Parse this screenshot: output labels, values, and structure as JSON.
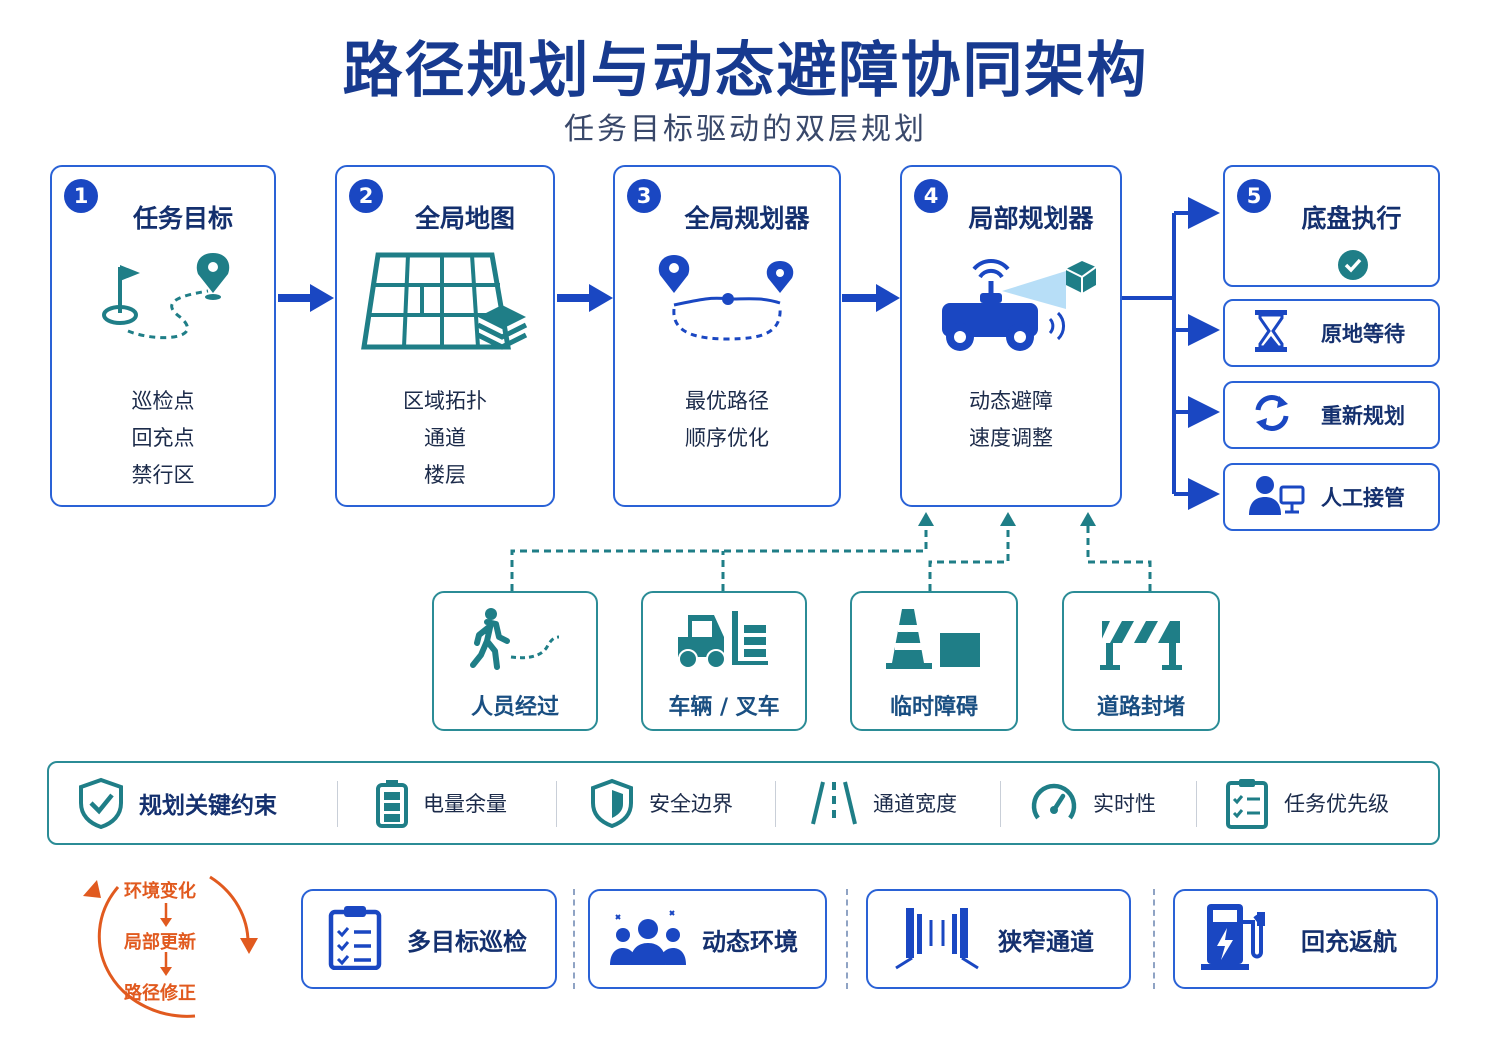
{
  "title": "路径规划与动态避障协同架构",
  "subtitle": "任务目标驱动的双层规划",
  "stages": [
    {
      "num": "1",
      "title": "任务目标",
      "items": [
        "巡检点",
        "回充点",
        "禁行区"
      ]
    },
    {
      "num": "2",
      "title": "全局地图",
      "items": [
        "区域拓扑",
        "通道",
        "楼层"
      ]
    },
    {
      "num": "3",
      "title": "全局规划器",
      "items": [
        "最优路径",
        "顺序优化"
      ]
    },
    {
      "num": "4",
      "title": "局部规划器",
      "items": [
        "动态避障",
        "速度调整"
      ]
    }
  ],
  "outcomes": {
    "first": {
      "num": "5",
      "title": "底盘执行"
    },
    "wait": "原地等待",
    "replan": "重新规划",
    "takeover": "人工接管"
  },
  "obstacles": [
    "人员经过",
    "车辆 / 叉车",
    "临时障碍",
    "道路封堵"
  ],
  "constraints": {
    "heading": "规划关键约束",
    "items": [
      "电量余量",
      "安全边界",
      "通道宽度",
      "实时性",
      "任务优先级"
    ]
  },
  "cycle": [
    "环境变化",
    "局部更新",
    "路径修正"
  ],
  "scenarios": [
    "多目标巡检",
    "动态环境",
    "狭窄通道",
    "回充返航"
  ],
  "colors": {
    "primary": "#1a47c2",
    "teal": "#1f7e87",
    "orange": "#e15a1f",
    "border": "#2a62d6"
  }
}
